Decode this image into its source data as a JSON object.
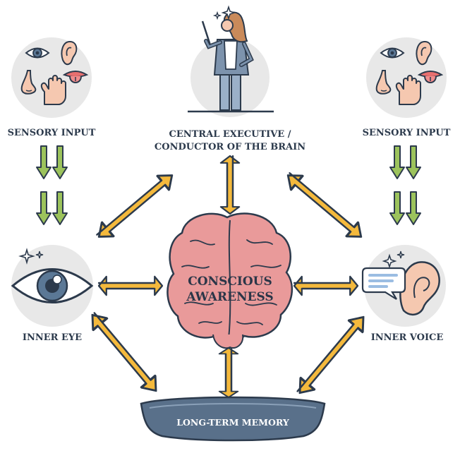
{
  "labels": {
    "sensory_left": "SENSORY INPUT",
    "sensory_right": "SENSORY INPUT",
    "executive_line1": "CENTRAL EXECUTIVE /",
    "executive_line2": "CONDUCTOR OF THE BRAIN",
    "brain_line1": "CONSCIOUS",
    "brain_line2": "AWARENESS",
    "inner_eye": "INNER EYE",
    "inner_voice": "INNER VOICE",
    "memory": "LONG-TERM MEMORY"
  },
  "colors": {
    "outline": "#2c3a4c",
    "circle_bg": "#e8e8e8",
    "arrow_yellow": "#f4b93c",
    "arrow_green": "#9cc35c",
    "brain_pink": "#e99a9a",
    "memory_slate": "#59708a",
    "eye_iris": "#5b7896",
    "skin": "#f5c8b0",
    "tongue": "#e86f6f",
    "bubble_blue": "#9bbde2"
  },
  "icons": {
    "sensory": [
      "eye-icon",
      "ear-icon",
      "nose-icon",
      "hand-icon",
      "tongue-icon"
    ],
    "executive": "conductor-icon",
    "center": "brain-icon",
    "left_node": "inner-eye-icon",
    "right_node": "inner-voice-ear-icon",
    "bottom_node": "memory-tray-icon"
  }
}
